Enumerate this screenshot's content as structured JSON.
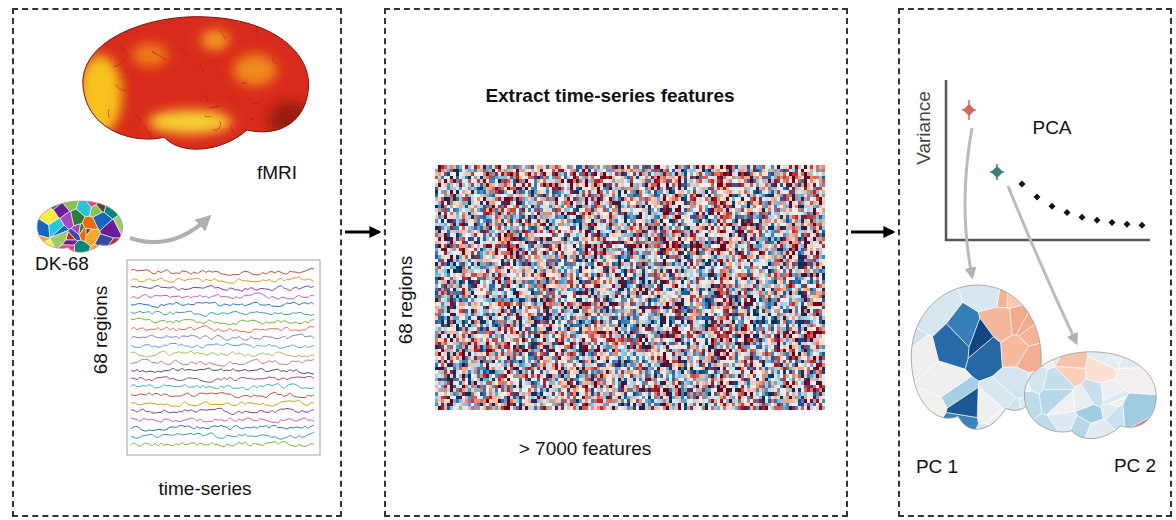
{
  "diagram": {
    "nodes": [
      {
        "text": [
          "fMRI",
          "DK-68",
          "68 regions",
          "time-series"
        ]
      },
      {
        "text": [
          "Extract time-series features",
          "68 regions",
          "> 7000 features"
        ]
      },
      {
        "text": [
          "Variance",
          "PCA",
          "PC 1",
          "PC 2"
        ]
      }
    ],
    "edges": [
      {
        "from": 0,
        "to": 1,
        "arrow": "to"
      },
      {
        "from": 1,
        "to": 2,
        "arrow": "to"
      }
    ]
  }
}
